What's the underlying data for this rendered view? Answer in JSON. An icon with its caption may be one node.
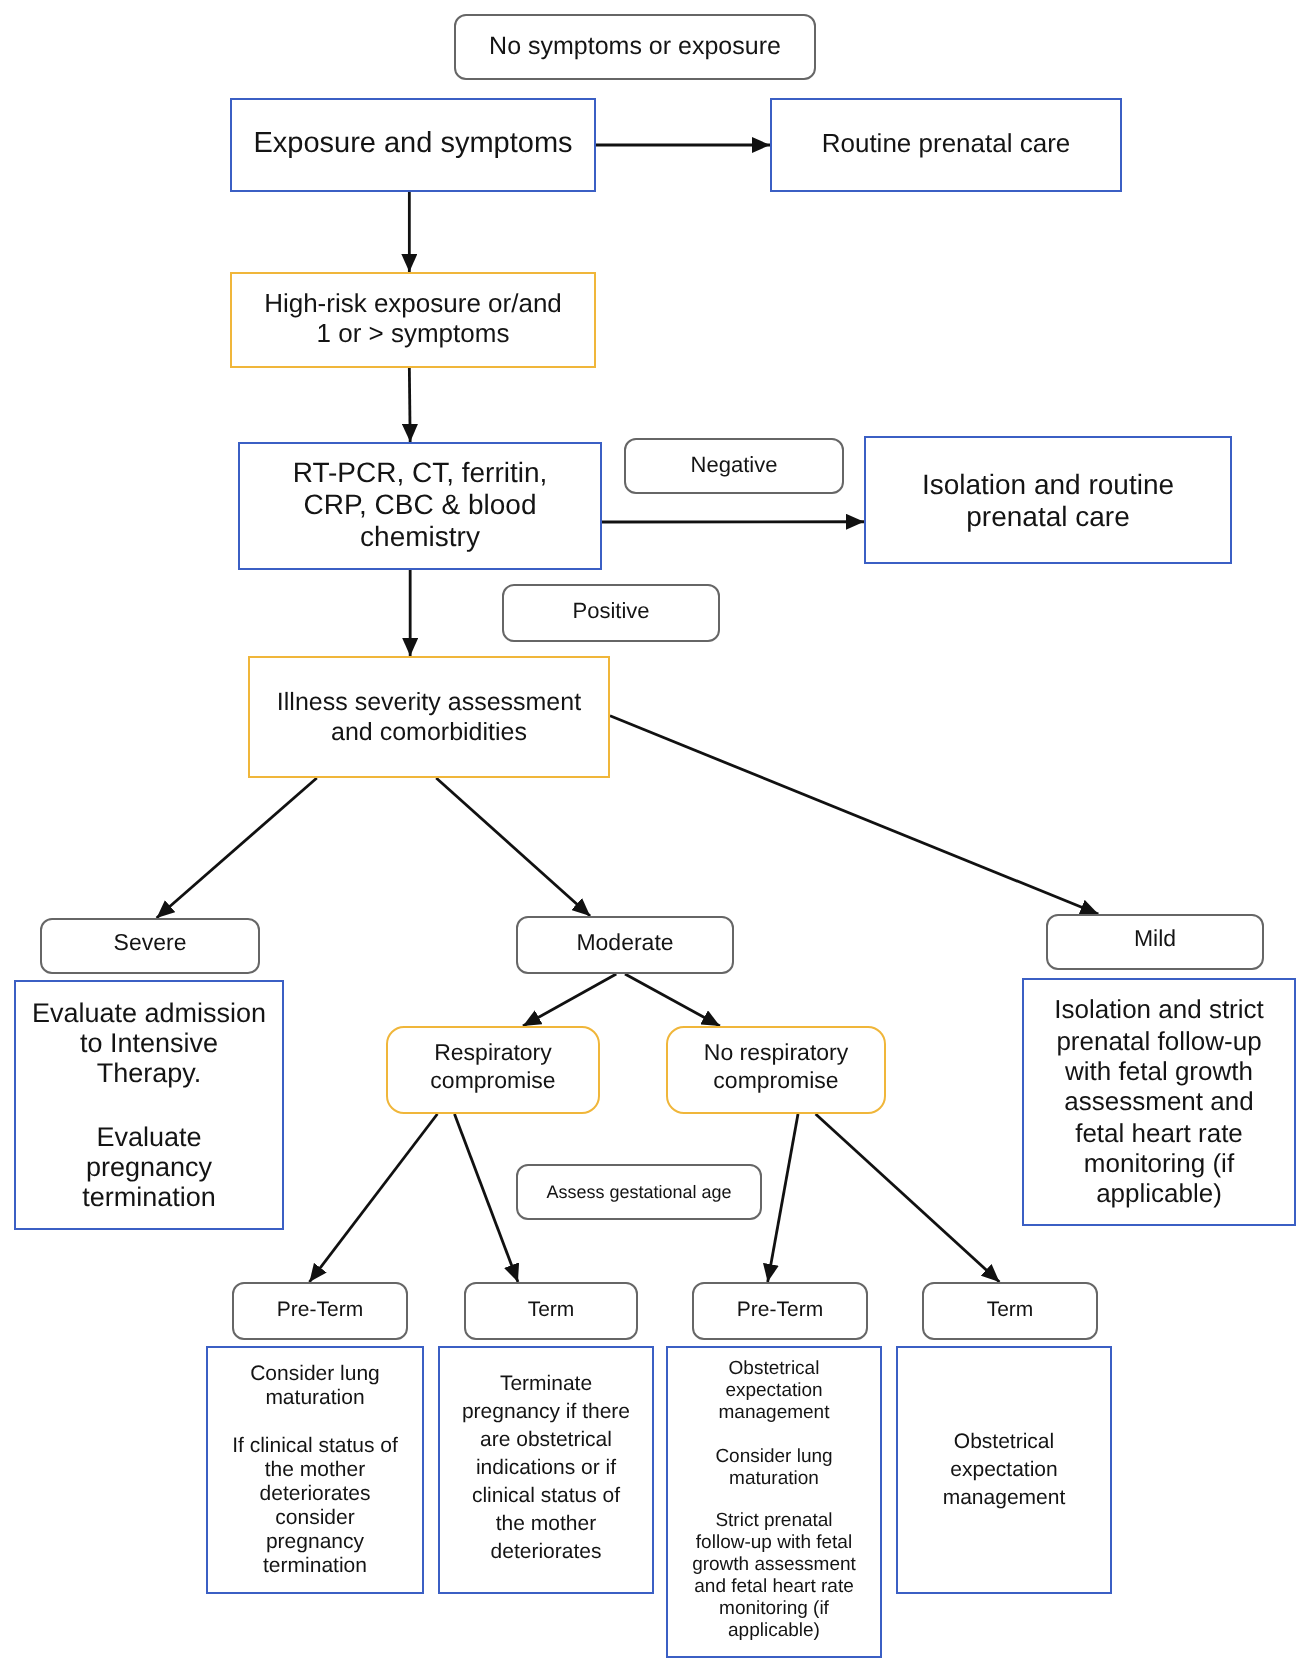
{
  "diagram": {
    "nodes": [
      {
        "text": [
          "No symptoms or exposure"
        ]
      },
      {
        "text": [
          "Exposure and symptoms"
        ]
      },
      {
        "text": [
          "Routine prenatal care"
        ]
      },
      {
        "text": [
          "High-risk exposure or/and 1 or > symptoms"
        ]
      },
      {
        "text": [
          "RT-PCR, CT, ferritin, CRP, CBC & blood chemistry"
        ]
      },
      {
        "text": [
          "Negative"
        ]
      },
      {
        "text": [
          "Isolation and routine prenatal care"
        ]
      },
      {
        "text": [
          "Positive"
        ]
      },
      {
        "text": [
          "Illness severity assessment and comorbidities"
        ]
      },
      {
        "text": [
          "Severe"
        ]
      },
      {
        "text": [
          "Moderate"
        ]
      },
      {
        "text": [
          "Mild"
        ]
      },
      {
        "text": [
          "Evaluate admission to Intensive Therapy.",
          "Evaluate pregnancy termination"
        ]
      },
      {
        "text": [
          "Respiratory compromise"
        ]
      },
      {
        "text": [
          "No respiratory compromise"
        ]
      },
      {
        "text": [
          "Isolation and strict prenatal follow-up with fetal growth assessment and fetal heart rate monitoring (if applicable)"
        ]
      },
      {
        "text": [
          "Assess gestational age"
        ]
      },
      {
        "text": [
          "Pre-Term"
        ]
      },
      {
        "text": [
          "Term"
        ]
      },
      {
        "text": [
          "Pre-Term"
        ]
      },
      {
        "text": [
          "Term"
        ]
      },
      {
        "text": [
          "Consider lung maturation",
          "If clinical status of the mother deteriorates consider pregnancy termination"
        ]
      },
      {
        "text": [
          "Terminate pregnancy if there are obstetrical indications or if clinical status of the mother deteriorates"
        ]
      },
      {
        "text": [
          "Obstetrical expectation management",
          "Consider lung maturation",
          "Strict prenatal follow-up with fetal growth assessment and fetal heart rate monitoring (if applicable)"
        ]
      },
      {
        "text": [
          "Obstetrical expectation management"
        ]
      }
    ],
    "edges": [
      {
        "from": 1,
        "to": 2,
        "arrow": "to"
      },
      {
        "from": 1,
        "to": 3,
        "arrow": "to"
      },
      {
        "from": 3,
        "to": 4,
        "arrow": "to"
      },
      {
        "from": 4,
        "to": 6,
        "arrow": "to"
      },
      {
        "from": 4,
        "to": 8,
        "arrow": "to"
      },
      {
        "from": 8,
        "to": 9,
        "arrow": "to"
      },
      {
        "from": 8,
        "to": 10,
        "arrow": "to"
      },
      {
        "from": 8,
        "to": 11,
        "arrow": "to"
      },
      {
        "from": 10,
        "to": 13,
        "arrow": "to"
      },
      {
        "from": 10,
        "to": 14,
        "arrow": "to"
      },
      {
        "from": 13,
        "to": 17,
        "arrow": "to"
      },
      {
        "from": 13,
        "to": 18,
        "arrow": "to"
      },
      {
        "from": 14,
        "to": 19,
        "arrow": "to"
      },
      {
        "from": 14,
        "to": 20,
        "arrow": "to"
      }
    ]
  }
}
